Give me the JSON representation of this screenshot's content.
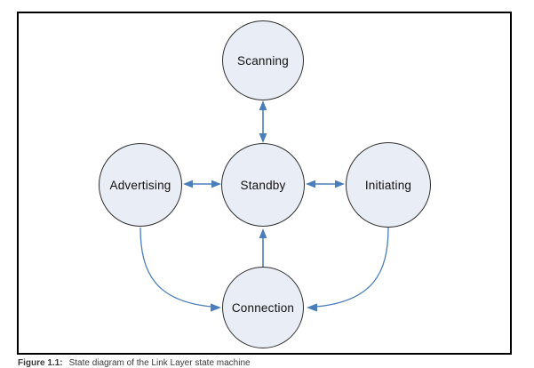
{
  "figure": {
    "caption_prefix": "Figure 1.1:",
    "caption_text": "State diagram of the Link Layer state machine"
  },
  "diagram": {
    "type": "state-diagram",
    "states": [
      {
        "id": "scanning",
        "label": "Scanning"
      },
      {
        "id": "advertising",
        "label": "Advertising"
      },
      {
        "id": "standby",
        "label": "Standby"
      },
      {
        "id": "initiating",
        "label": "Initiating"
      },
      {
        "id": "connection",
        "label": "Connection"
      }
    ],
    "transitions": [
      {
        "from": "standby",
        "to": "scanning",
        "bidirectional": true
      },
      {
        "from": "standby",
        "to": "advertising",
        "bidirectional": true
      },
      {
        "from": "standby",
        "to": "initiating",
        "bidirectional": true
      },
      {
        "from": "connection",
        "to": "standby",
        "bidirectional": false
      },
      {
        "from": "advertising",
        "to": "connection",
        "bidirectional": false
      },
      {
        "from": "initiating",
        "to": "connection",
        "bidirectional": false
      }
    ],
    "colors": {
      "node_fill": "#e8edf6",
      "node_border": "#2f2f2f",
      "arrow": "#4a7ebb",
      "frame_border": "#000000"
    }
  }
}
